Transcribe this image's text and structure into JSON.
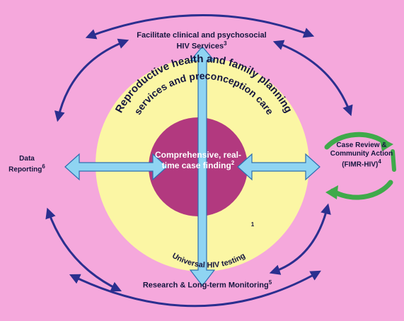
{
  "nodes": {
    "top": {
      "text": "Facilitate clinical and psychosocial HIV Services",
      "sup": "3"
    },
    "left": {
      "text": "Data Reporting",
      "sup": "6"
    },
    "right": {
      "text": "Case Review & Community Action (FIMR-HIV)",
      "sup": "4"
    },
    "bottom": {
      "text": "Research & Long-term Monitoring",
      "sup": "5"
    }
  },
  "center": {
    "text": "Comprehensive, real-time case finding",
    "sup": "2"
  },
  "ring_upper": {
    "line1": "Reproductive health and family planning",
    "line2": "services and preconception care"
  },
  "ring_lower": {
    "text": "Universal HIV testing",
    "sup": "1"
  },
  "colors": {
    "background": "#f5a8dc",
    "ring": "#fbf6a4",
    "center": "#b2397f",
    "arrow_fill": "#8fd4f2",
    "arrow_stroke": "#2d6fb0",
    "cycle": "#2b2f8f",
    "recycle": "#3faa4a"
  },
  "icons": {
    "right_node": "recycle-arrows-icon"
  }
}
